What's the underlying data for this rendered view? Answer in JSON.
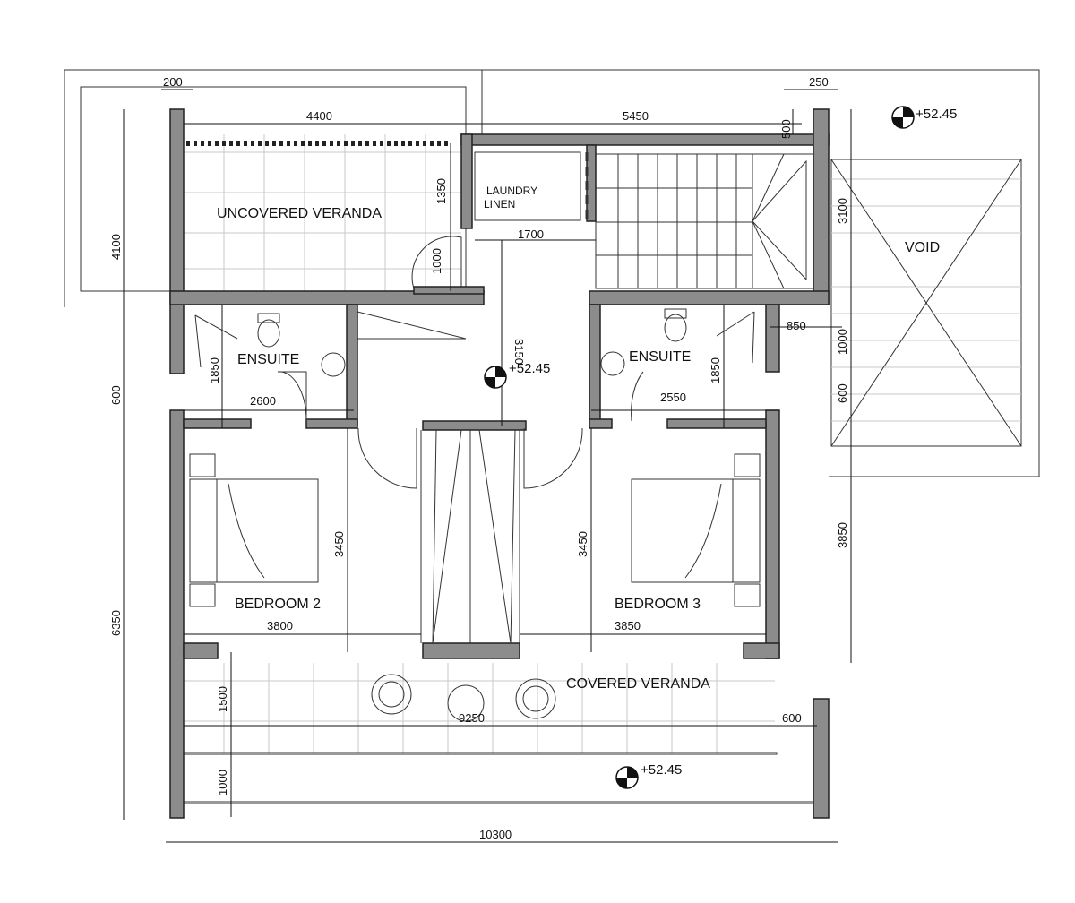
{
  "rooms": {
    "uncovered_veranda": "UNCOVERED VERANDA",
    "laundry": "LAUNDRY",
    "linen": "LINEN",
    "void": "VOID",
    "ensuite_left": "ENSUITE",
    "ensuite_right": "ENSUITE",
    "bedroom2": "BEDROOM 2",
    "bedroom3": "BEDROOM 3",
    "covered_veranda": "COVERED VERANDA"
  },
  "levels": {
    "top_right": "+52.45",
    "hall": "+52.45",
    "bottom": "+52.45"
  },
  "dimensions": {
    "d200": "200",
    "d4400": "4400",
    "d5450": "5450",
    "d250": "250",
    "d500": "500",
    "d1350": "1350",
    "d1700": "1700",
    "d1000_door": "1000",
    "d3100": "3100",
    "d4100": "4100",
    "d3150": "3150",
    "d850": "850",
    "d1000_r": "1000",
    "d600_r": "600",
    "d1850_l": "1850",
    "d1850_r": "1850",
    "d2600": "2600",
    "d2550": "2550",
    "d600_l": "600",
    "d3450_l": "3450",
    "d3450_r": "3450",
    "d3850_r": "3850",
    "d6350": "6350",
    "d3800": "3800",
    "d3850": "3850",
    "d1500": "1500",
    "d9250": "9250",
    "d600_b": "600",
    "d1000_b": "1000",
    "d10300": "10300"
  }
}
